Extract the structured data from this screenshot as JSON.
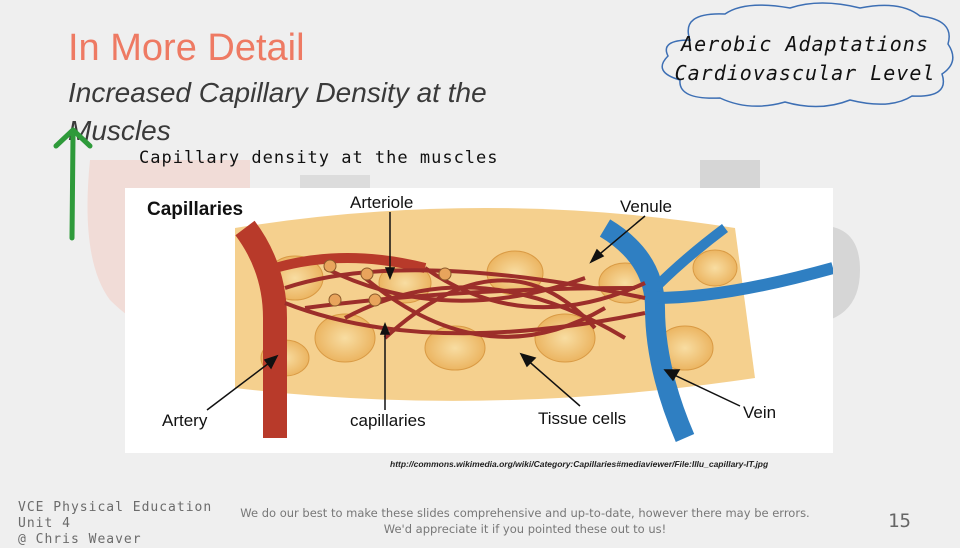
{
  "slide": {
    "title": "In More Detail",
    "subtitle": "Increased Capillary Density at the Muscles",
    "cloud_line1": "Aerobic Adaptations",
    "cloud_line2": "Cardiovascular Level",
    "caption": "Capillary density at the muscles",
    "source_url": "http://commons.wikimedia.org/wiki/Category:Capillaries#mediaviewer/File:Illu_capillary-IT.jpg",
    "footer_left_line1": "VCE Physical Education",
    "footer_left_line2": "Unit 4",
    "footer_left_line3": "@ Chris Weaver",
    "footer_note_line1": "We do our best to make these slides comprehensive and up-to-date, however there may be errors.",
    "footer_note_line2": "We'd appreciate it if you pointed these out to us!",
    "page_number": "15"
  },
  "figure": {
    "heading": "Capillaries",
    "labels": {
      "arteriole": "Arteriole",
      "venule": "Venule",
      "artery": "Artery",
      "capillaries": "capillaries",
      "tissue_cells": "Tissue cells",
      "vein": "Vein"
    }
  },
  "colors": {
    "title": "#ee7a63",
    "arrow": "#2e9a3a",
    "artery": "#b83a2a",
    "vein": "#2f7fc2",
    "tissue": "#f3c87a"
  }
}
